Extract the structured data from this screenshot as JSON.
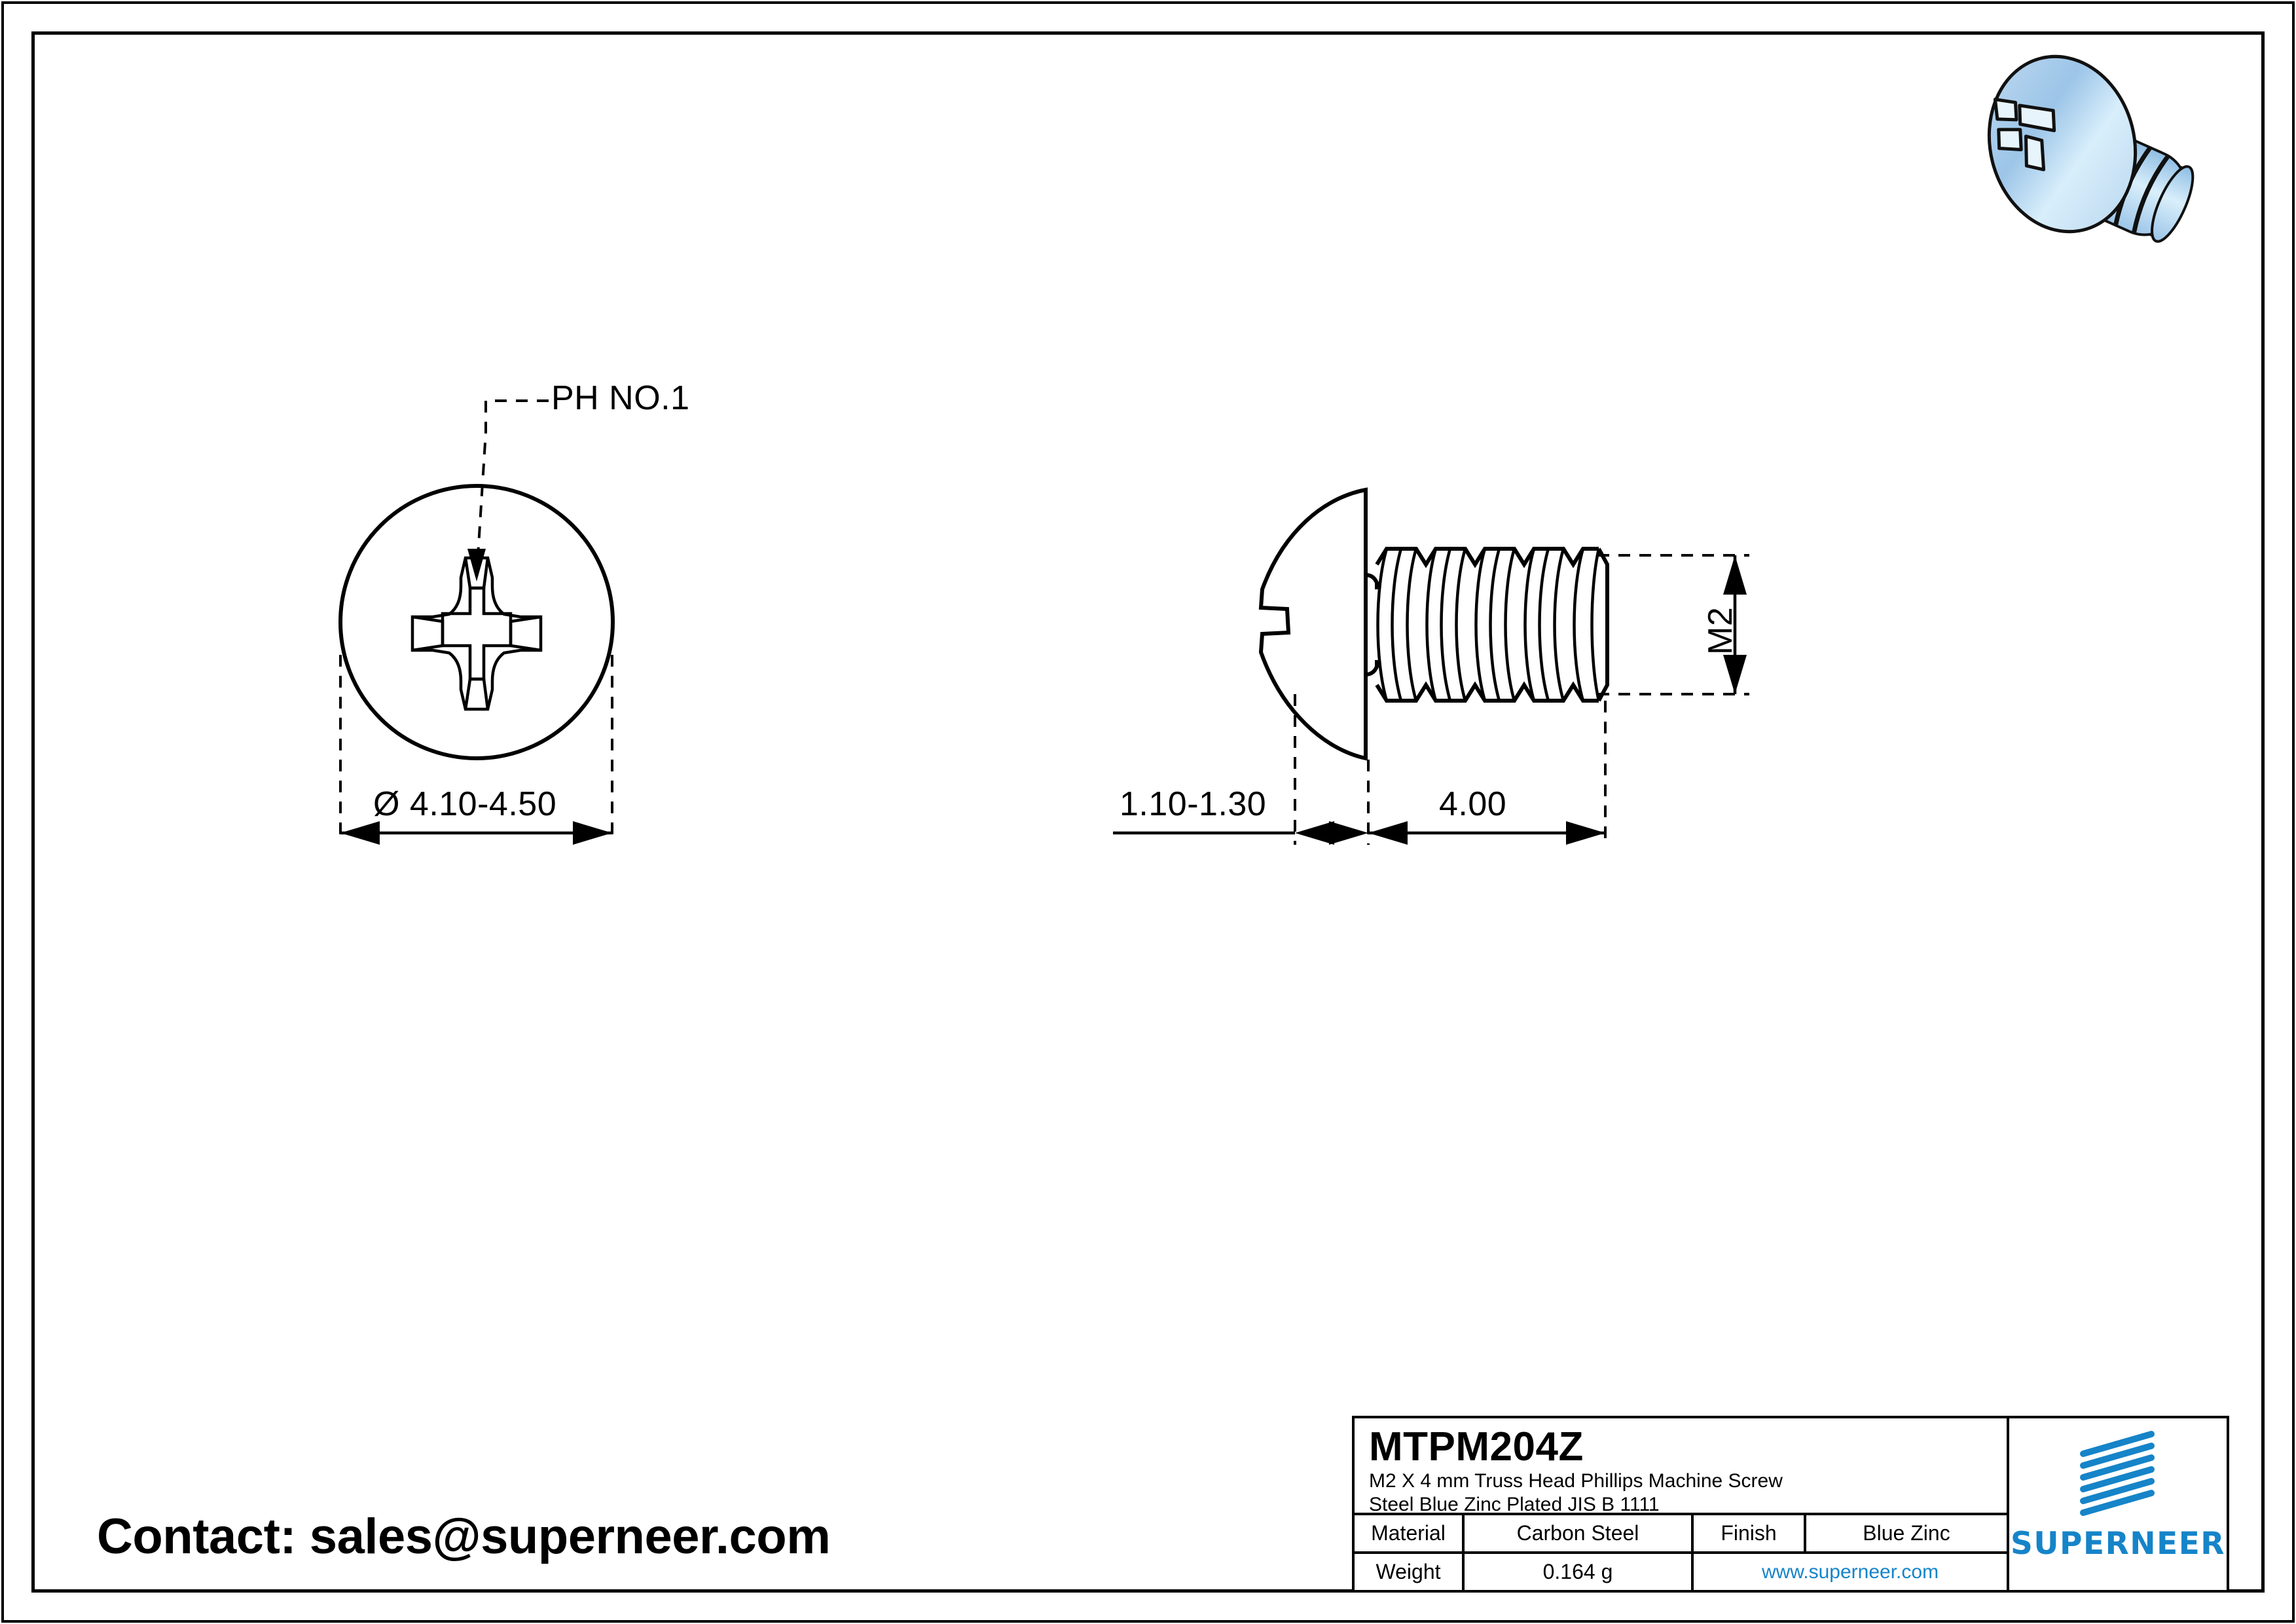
{
  "drawing": {
    "annotations": {
      "recess_callout": "PH NO.1",
      "head_diameter": "Ø 4.10-4.50",
      "head_height": "1.10-1.30",
      "thread_length": "4.00",
      "thread_size": "M2"
    }
  },
  "contact": {
    "text": "Contact: sales@superneer.com"
  },
  "title_block": {
    "part_number": "MTPM204Z",
    "description_line1": "M2 X 4 mm  Truss Head Phillips Machine Screw",
    "description_line2": "Steel Blue Zinc Plated JIS B 1111",
    "rows": [
      {
        "label": "Material",
        "value": "Carbon Steel",
        "label2": "Finish",
        "value2": "Blue Zinc"
      },
      {
        "label": "Weight",
        "value": "0.164 g",
        "url": "www.superneer.com"
      }
    ],
    "brand": {
      "name": "SUPERNEER",
      "accent_color": "#1684c8"
    }
  },
  "render": {
    "part_color_light": "#dff0fb",
    "part_color_mid": "#a9cfee",
    "part_color_dark": "#7fb4dd",
    "outline_color": "#000000"
  }
}
